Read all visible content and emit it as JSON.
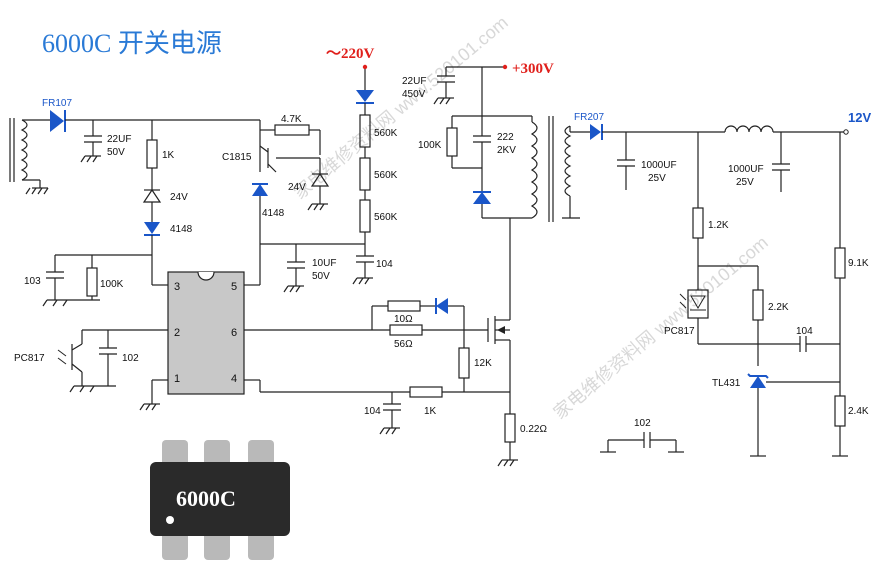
{
  "title": "6000C 开关电源",
  "input_voltage": "～220V",
  "bus_voltage": "+300V",
  "output_voltage": "12V",
  "chip_label": "6000C",
  "watermark": "家电维修资料网 www.520101.com",
  "pins": [
    "1",
    "2",
    "3",
    "4",
    "5",
    "6"
  ],
  "labels": {
    "fr107": "FR107",
    "c_22uf_50v_a": "22UF",
    "c_22uf_50v_b": "50V",
    "r_1k_top": "1K",
    "z_24v_left": "24V",
    "d_4148_left": "4148",
    "r_4k7": "4.7K",
    "q_c1815": "C1815",
    "d_4148_mid": "4148",
    "z_24v_right": "24V",
    "r_560k_1": "560K",
    "r_560k_2": "560K",
    "r_560k_3": "560K",
    "c_104_right": "104",
    "c_10uf_a": "10UF",
    "c_10uf_b": "50V",
    "c_103": "103",
    "r_100k_left": "100K",
    "pc817_left": "PC817",
    "c_102_left": "102",
    "r_10": "10Ω",
    "r_56": "56Ω",
    "r_12k": "12K",
    "c_104_bottom": "104",
    "r_1k_bottom": "1K",
    "r_022": "0.22Ω",
    "c_22uf_450v_a": "22UF",
    "c_22uf_450v_b": "450V",
    "r_100k_snub": "100K",
    "c_222_a": "222",
    "c_222_b": "2KV",
    "fr207": "FR207",
    "c_1000uf_a_1": "1000UF",
    "c_1000uf_a_2": "25V",
    "c_1000uf_b_1": "1000UF",
    "c_1000uf_b_2": "25V",
    "r_1k2": "1.2K",
    "r_9k1": "9.1K",
    "pc817_right": "PC817",
    "r_2k2": "2.2K",
    "c_104_fb": "104",
    "tl431": "TL431",
    "r_2k4": "2.4K",
    "c_102_legend": "102"
  }
}
